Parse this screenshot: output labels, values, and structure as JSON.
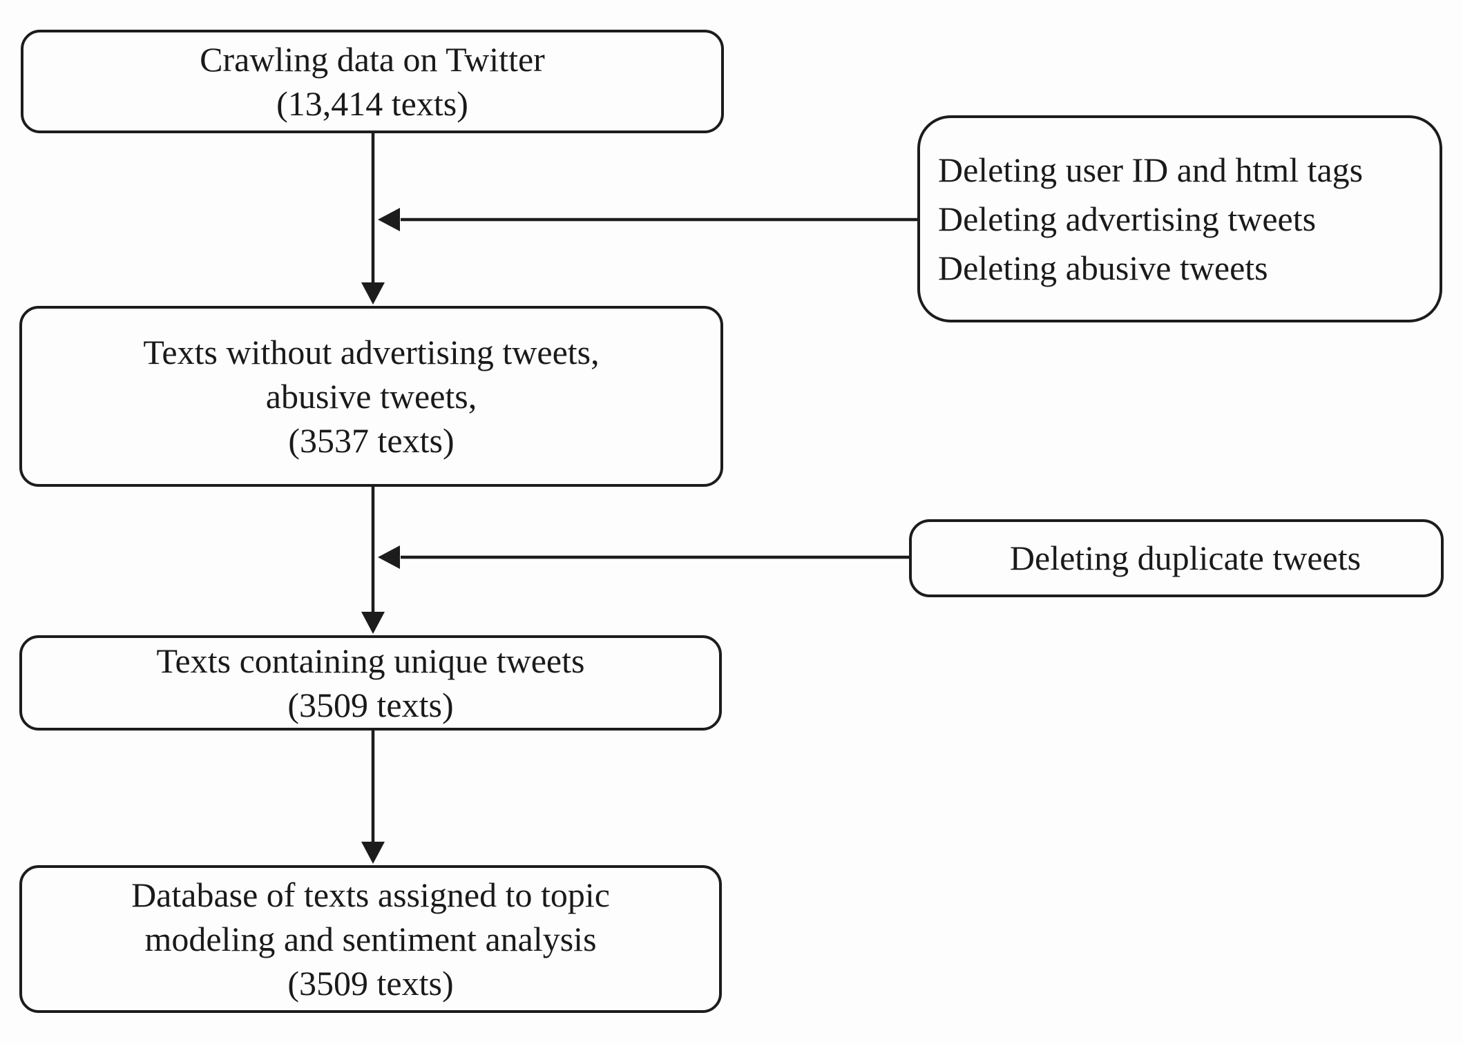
{
  "colors": {
    "ink": "#1c1c1c",
    "background": "#fdfdfd"
  },
  "nodes": {
    "crawling": {
      "lines": [
        "Crawling data on Twitter",
        "(13,414 texts)"
      ]
    },
    "cleaning_note": {
      "lines": [
        "Deleting user ID and html tags",
        "Deleting advertising tweets",
        "Deleting abusive tweets"
      ]
    },
    "filtered": {
      "lines": [
        "Texts without advertising tweets,",
        "abusive tweets,",
        "(3537 texts)"
      ]
    },
    "dedup_note": {
      "lines": [
        "Deleting duplicate tweets"
      ]
    },
    "unique": {
      "lines": [
        "Texts containing unique tweets",
        "(3509 texts)"
      ]
    },
    "database": {
      "lines": [
        "Database of texts assigned to topic",
        "modeling and sentiment analysis",
        "(3509 texts)"
      ]
    }
  },
  "edges": [
    {
      "from": "crawling",
      "to": "filtered",
      "style": "vertical-arrow"
    },
    {
      "from": "cleaning_note",
      "to": "crawling-filtered-flow-line",
      "style": "horizontal-arrow"
    },
    {
      "from": "filtered",
      "to": "unique",
      "style": "vertical-arrow"
    },
    {
      "from": "dedup_note",
      "to": "filtered-unique-flow-line",
      "style": "horizontal-arrow"
    },
    {
      "from": "unique",
      "to": "database",
      "style": "vertical-arrow"
    }
  ]
}
